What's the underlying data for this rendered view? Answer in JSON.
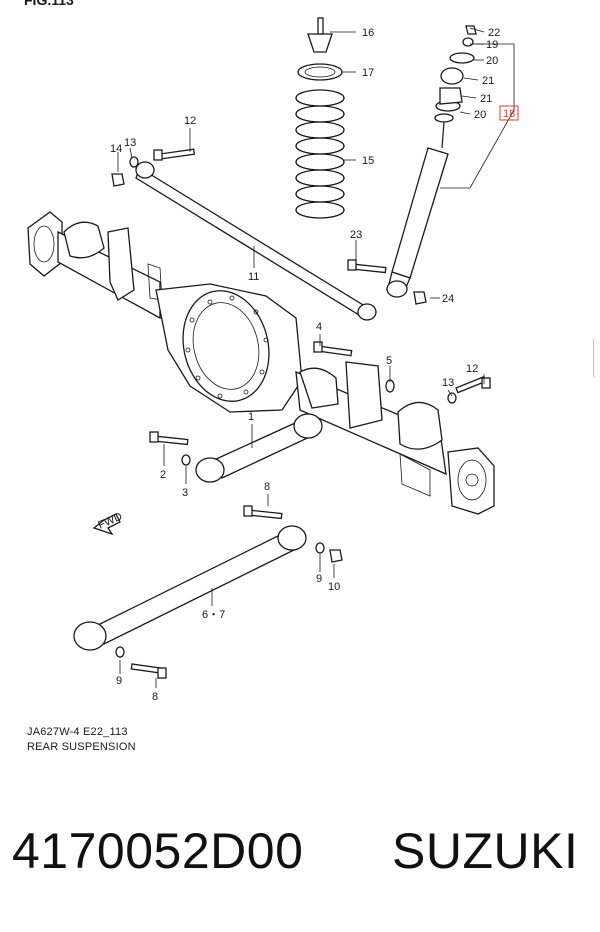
{
  "diagram": {
    "top_fragment": "FIG.113",
    "figure_code": "JA627W-4 E22_113",
    "figure_title": "REAR SUSPENSION",
    "direction_arrow_label": "FWD",
    "callouts": {
      "c1": "1",
      "c2": "2",
      "c3": "3",
      "c4": "4",
      "c5": "5",
      "c67": "6・7",
      "c8a": "8",
      "c8b": "8",
      "c9a": "9",
      "c9b": "9",
      "c10": "10",
      "c11": "11",
      "c12a": "12",
      "c12b": "12",
      "c13a": "13",
      "c13b": "13",
      "c14": "14",
      "c15": "15",
      "c16": "16",
      "c17": "17",
      "c18": "18",
      "c19": "19",
      "c20a": "20",
      "c20b": "20",
      "c21a": "21",
      "c21b": "21",
      "c22": "22",
      "c23": "23",
      "c24": "24"
    },
    "colors": {
      "line": "#1a1a1a",
      "highlight_box": "#e53935"
    }
  },
  "footer": {
    "part_number": "4170052D00",
    "brand": "SUZUKI"
  }
}
